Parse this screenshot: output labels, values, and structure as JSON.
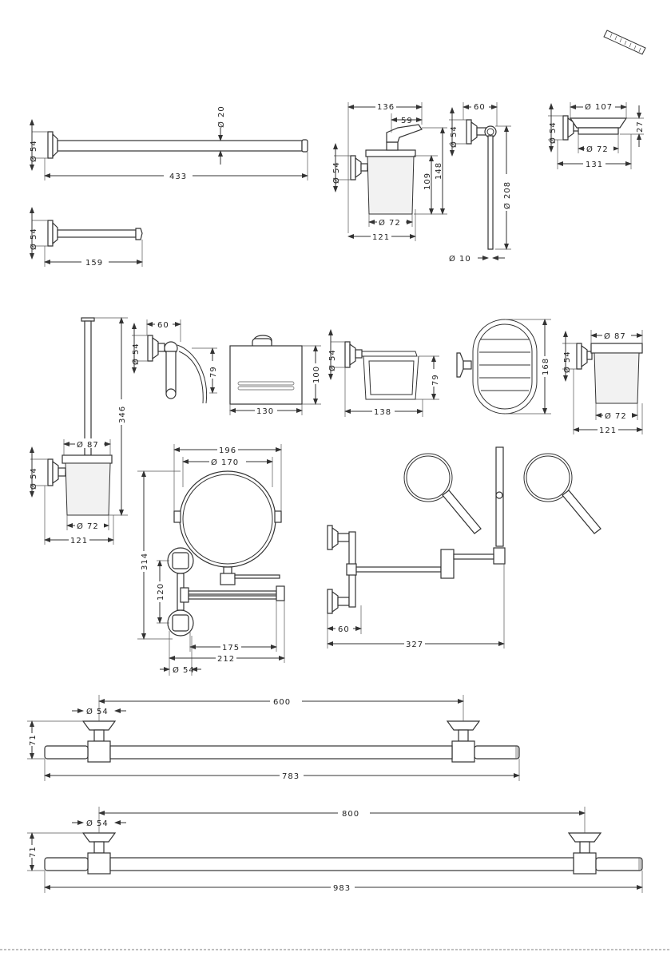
{
  "dimensions": {
    "towel_bar_length": "433",
    "towel_bar_diameter": "Ø 20",
    "mount_diameter_a": "Ø 54",
    "short_holder_length": "159",
    "mount_diameter_b": "Ø 54",
    "soap_total_width": "136",
    "soap_pump_width": "59",
    "soap_height_a": "109",
    "soap_height_b": "148",
    "soap_mount_diameter": "Ø 54",
    "soap_glass_diameter": "Ø 72",
    "soap_depth": "121",
    "ring_depth": "60",
    "ring_mount_diameter": "Ø 54",
    "ring_diameter": "Ø 208",
    "ring_rod_diameter": "Ø 10",
    "dish_diameter": "Ø 107",
    "dish_height": "27",
    "dish_mount_diameter": "Ø 54",
    "dish_base_diameter": "Ø 72",
    "dish_depth": "131",
    "brush_height": "346",
    "brush_cup_diameter": "Ø 87",
    "brush_mount_diameter": "Ø 54",
    "brush_glass_diameter": "Ø 72",
    "brush_depth": "121",
    "paper_holder_depth": "60",
    "paper_holder_mount": "Ø 54",
    "paper_holder_height": "79",
    "box_width": "130",
    "box_height": "100",
    "basket_mount": "Ø 54",
    "basket_height": "79",
    "basket_width": "138",
    "sponge_height": "168",
    "tumbler_diameter": "Ø 87",
    "tumbler_mount": "Ø 54",
    "tumbler_glass": "Ø 72",
    "tumbler_depth": "121",
    "mirror_width": "196",
    "mirror_diameter": "Ø 170",
    "mirror_height": "314",
    "mirror_plate_spacing": "120",
    "mirror_arm_short": "175",
    "mirror_arm_long": "212",
    "mirror_mount": "Ø 54",
    "extend_mount_width": "60",
    "extend_total": "327",
    "rail1_spacing": "600",
    "rail1_mount": "Ø 54",
    "rail1_height": "71",
    "rail1_length": "783",
    "rail2_spacing": "800",
    "rail2_mount": "Ø 54",
    "rail2_height": "71",
    "rail2_length": "983"
  },
  "icons": {
    "corner_icon": "ruler-icon"
  }
}
